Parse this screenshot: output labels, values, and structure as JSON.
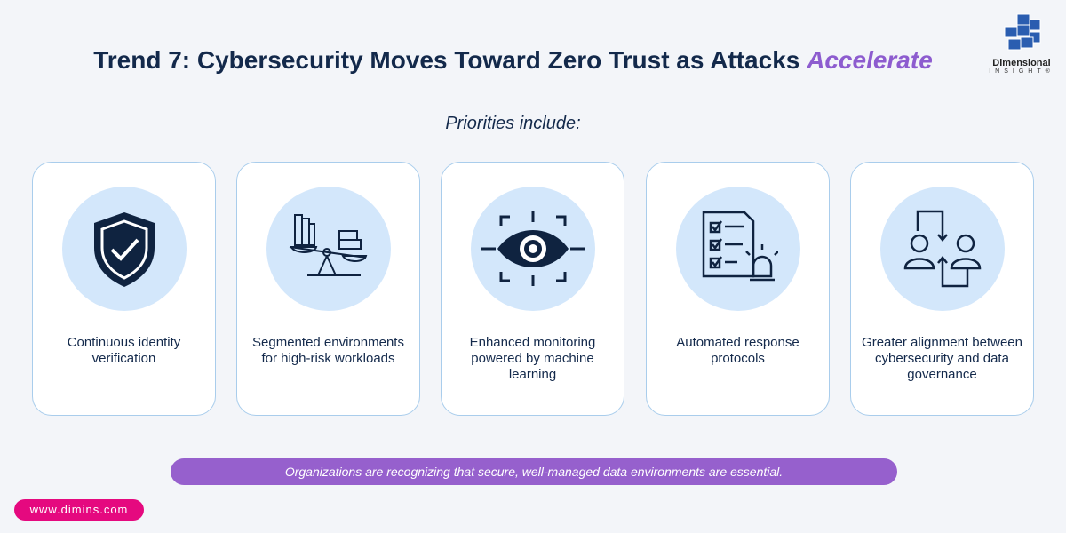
{
  "title": {
    "main": "Trend 7: Cybersecurity Moves Toward Zero Trust as Attacks ",
    "accent": "Accelerate"
  },
  "logo": {
    "line1": "Dimensional",
    "line2": "INSIGHT®"
  },
  "subtitle": "Priorities include:",
  "cards": [
    {
      "icon": "shield-check-icon",
      "text": "Continuous identity verification"
    },
    {
      "icon": "balance-scale-icon",
      "text": "Segmented environments for high-risk workloads"
    },
    {
      "icon": "eye-monitor-icon",
      "text": "Enhanced monitoring powered by machine learning"
    },
    {
      "icon": "checklist-alarm-icon",
      "text": "Automated response protocols"
    },
    {
      "icon": "users-exchange-icon",
      "text": "Greater alignment between cybersecurity and data governance"
    }
  ],
  "banner": "Organizations are recognizing that secure, well-managed data environments are essential.",
  "website": "www.dimins.com",
  "colors": {
    "accent": "#8d5ccf",
    "banner": "#9660cd",
    "pill": "#e5097f",
    "navy": "#13294b",
    "circle": "#d3e7fb"
  }
}
